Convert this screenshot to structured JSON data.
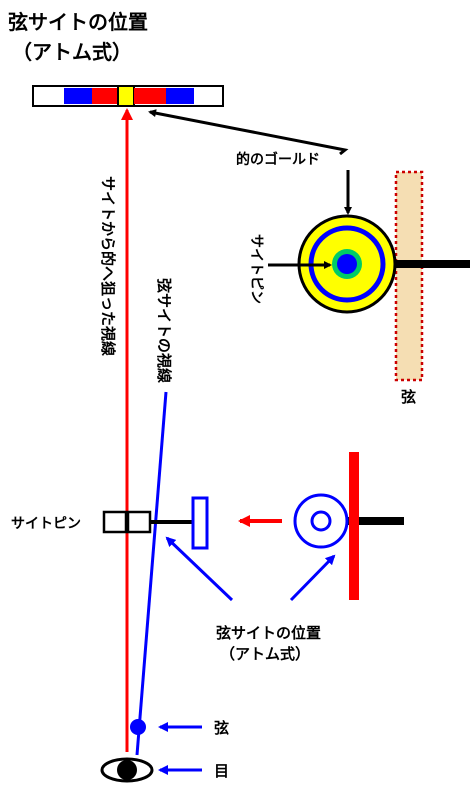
{
  "title": {
    "line1": "弦サイトの位置",
    "line2": "（アトム式）"
  },
  "labels": {
    "gold": "的のゴールド",
    "sight_pin_top": "サイトピン",
    "string_right": "弦",
    "sight_to_target_line": "サイトから的へ狙った視線",
    "string_sight_line": "弦サイトの視線",
    "sight_pin_mid": "サイトピン",
    "bottom_caption_line1": "弦サイトの位置",
    "bottom_caption_line2": "（アトム式）",
    "legend_string": "弦",
    "legend_eye": "目"
  },
  "colors": {
    "red": "#ff0000",
    "blue": "#0000ff",
    "yellow": "#ffff00",
    "green": "#00cc66",
    "black": "#000000",
    "bow_dotted": "#cc0000",
    "bow_fill": "#f5deb3"
  }
}
